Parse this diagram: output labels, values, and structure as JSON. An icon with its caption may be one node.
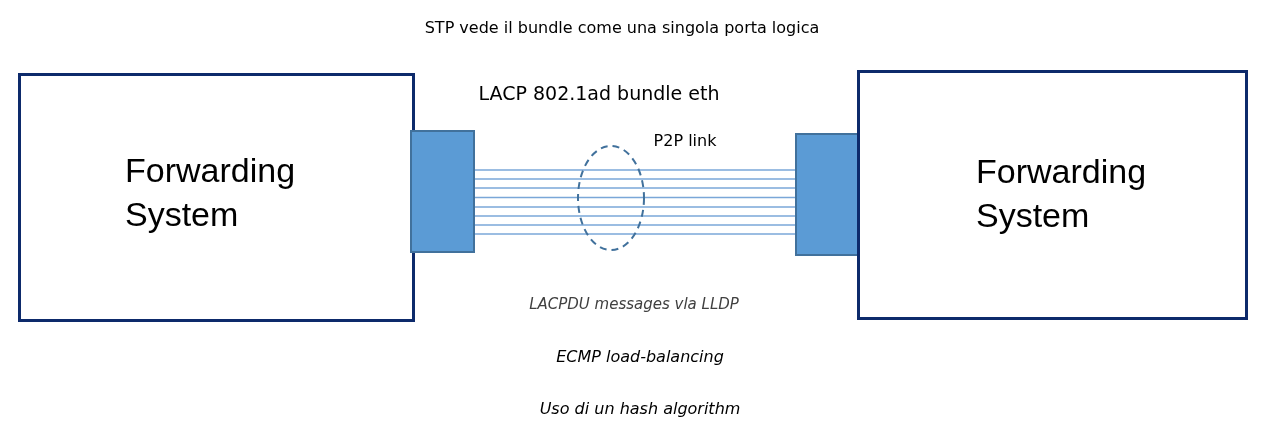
{
  "diagram": {
    "title": "STP vede il bundle come una singola porta logica",
    "nodes": [
      {
        "text": [
          "Forwarding System"
        ]
      },
      {
        "text": [],
        "shape": "box"
      },
      {
        "text": [],
        "shape": "box"
      },
      {
        "text": [
          "Forwarding System"
        ]
      }
    ],
    "edges": [
      {
        "from": 1,
        "to": 2,
        "arrow": "none"
      },
      {
        "from": 1,
        "to": 2,
        "arrow": "none"
      },
      {
        "from": 1,
        "to": 2,
        "arrow": "none"
      },
      {
        "from": 1,
        "to": 2,
        "arrow": "none"
      },
      {
        "from": 1,
        "to": 2,
        "arrow": "none"
      },
      {
        "from": 1,
        "to": 2,
        "arrow": "none"
      },
      {
        "from": 1,
        "to": 2,
        "arrow": "none"
      },
      {
        "from": 1,
        "to": 2,
        "arrow": "none"
      }
    ],
    "labels": [
      "LACP 802.1ad bundle eth",
      "P2P link",
      "LACPDU messages vla LLDP",
      "ECMP load-balancing",
      "Uso di un hash algorithm"
    ]
  }
}
